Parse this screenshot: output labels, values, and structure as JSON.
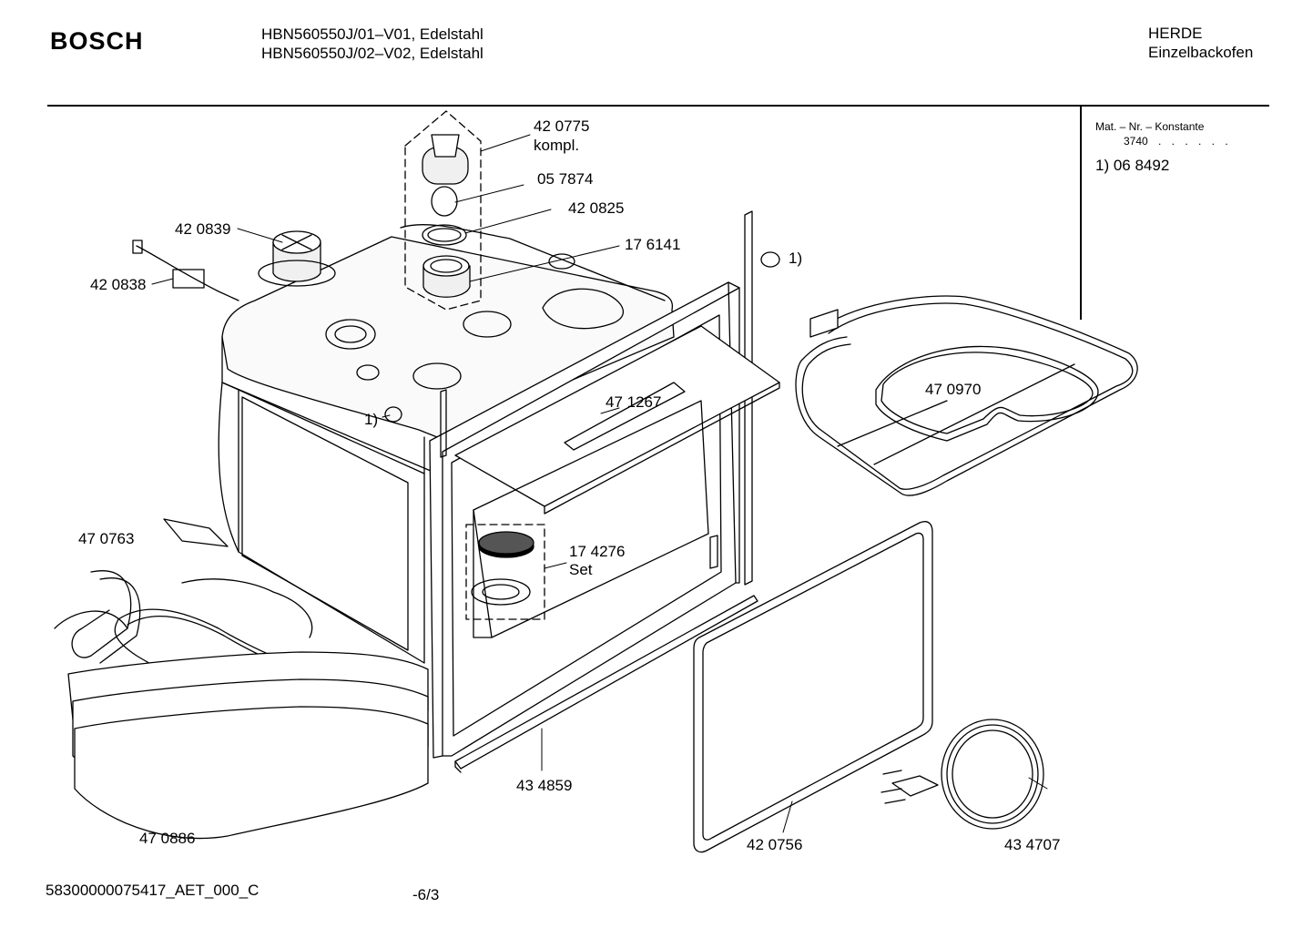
{
  "header": {
    "brand": "BOSCH",
    "model_lines": [
      "HBN560550J/01–V01, Edelstahl",
      "HBN560550J/02–V02, Edelstahl"
    ],
    "category_lines": [
      "HERDE",
      "Einzelbackofen"
    ]
  },
  "sidebar": {
    "mat_label": "Mat. – Nr. – Konstante",
    "mat_code": "3740",
    "mat_dots": ". .  . . . .",
    "note": "1) 06 8492"
  },
  "parts": [
    {
      "id": "part-420775",
      "text": "42 0775"
    },
    {
      "id": "part-kompl",
      "text": "kompl."
    },
    {
      "id": "part-057874",
      "text": "05 7874"
    },
    {
      "id": "part-420825",
      "text": "42 0825"
    },
    {
      "id": "part-176141",
      "text": "17 6141"
    },
    {
      "id": "part-420839",
      "text": "42 0839"
    },
    {
      "id": "part-420838",
      "text": "42 0838"
    },
    {
      "id": "part-note-right",
      "text": "1)"
    },
    {
      "id": "part-note-left",
      "text": "1)"
    },
    {
      "id": "part-471267",
      "text": "47 1267"
    },
    {
      "id": "part-470970",
      "text": "47 0970"
    },
    {
      "id": "part-470763",
      "text": "47 0763"
    },
    {
      "id": "part-174276",
      "text": "17 4276"
    },
    {
      "id": "part-set",
      "text": "Set"
    },
    {
      "id": "part-434859",
      "text": "43 4859"
    },
    {
      "id": "part-470886",
      "text": "47 0886"
    },
    {
      "id": "part-420756",
      "text": "42 0756"
    },
    {
      "id": "part-434707",
      "text": "43 4707"
    }
  ],
  "footer": {
    "doc_id": "58300000075417_AET_000_C",
    "page": "-6/3"
  }
}
